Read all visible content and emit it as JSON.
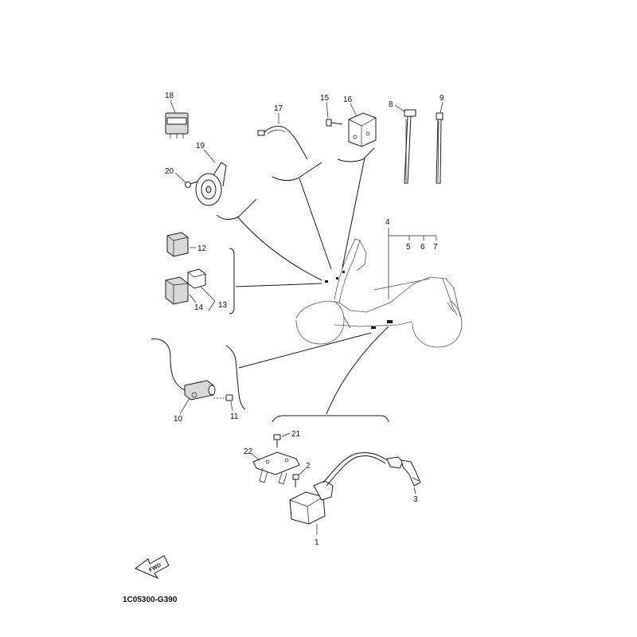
{
  "diagram_code": "1C05300-G390",
  "fwd_label": "FWD",
  "callouts": {
    "c1": "1",
    "c2": "2",
    "c3": "3",
    "c4": "4",
    "c5": "5",
    "c6": "6",
    "c7": "7",
    "c8": "8",
    "c9": "9",
    "c10": "10",
    "c11": "11",
    "c12": "12",
    "c13": "13",
    "c14": "14",
    "c15": "15",
    "c16": "16",
    "c17": "17",
    "c18": "18",
    "c19": "19",
    "c20": "20",
    "c21": "21",
    "c22": "22"
  },
  "colors": {
    "line": "#1a1a1a",
    "background": "#ffffff"
  }
}
